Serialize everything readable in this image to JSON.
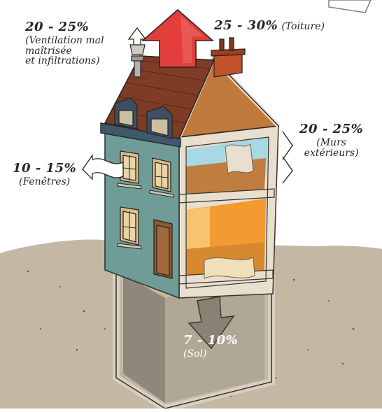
{
  "diagram": {
    "loss_labels": {
      "ventilation": {
        "percent": "20 - 25%",
        "desc_lines": [
          "(Ventilation mal",
          "maîtrisée",
          "et infiltrations)"
        ]
      },
      "roof": {
        "percent": "25 - 30%",
        "desc": "(Toiture)"
      },
      "walls": {
        "percent": "20 - 25%",
        "desc_lines": [
          "(Murs",
          "extérieurs)"
        ]
      },
      "windows": {
        "percent": "10 - 15%",
        "desc": "(Fenêtres)"
      },
      "floor": {
        "percent": "7 - 10%",
        "desc": "(Sol)"
      }
    },
    "colors": {
      "roof_arrow": "#e23f3c",
      "roof_tiles": "#7e3b26",
      "facade": "#6f9c97",
      "interior_light_blue": "#a7d9e4",
      "interior_orange": "#f39a31",
      "interior_wood": "#b9783f",
      "ground": "#c4b7a4",
      "basement": "#a59d8f"
    }
  }
}
